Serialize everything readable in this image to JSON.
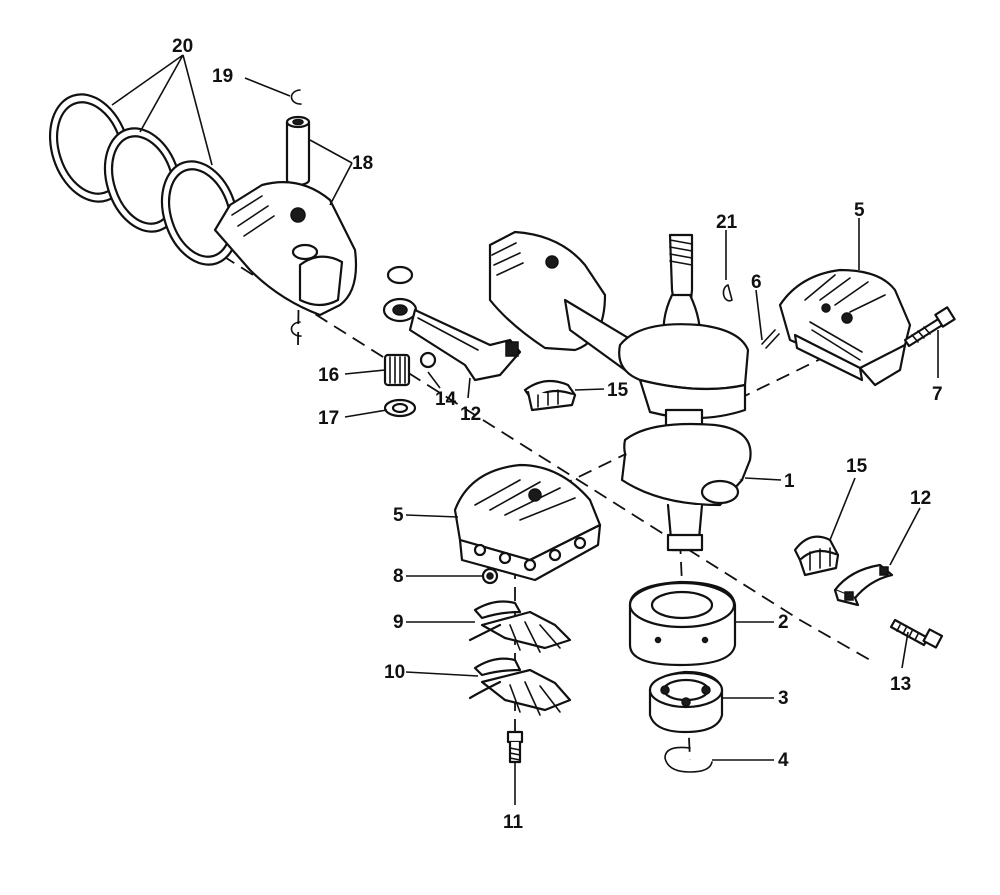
{
  "callouts": {
    "c1": "1",
    "c2": "2",
    "c3": "3",
    "c4": "4",
    "c5a": "5",
    "c5b": "5",
    "c6": "6",
    "c7": "7",
    "c8": "8",
    "c9": "9",
    "c10": "10",
    "c11": "11",
    "c12a": "12",
    "c12b": "12",
    "c13": "13",
    "c14": "14",
    "c15a": "15",
    "c15b": "15",
    "c16": "16",
    "c17": "17",
    "c18": "18",
    "c19": "19",
    "c20": "20",
    "c21": "21"
  },
  "colors": {
    "ink": "#111111",
    "paper": "#ffffff"
  }
}
